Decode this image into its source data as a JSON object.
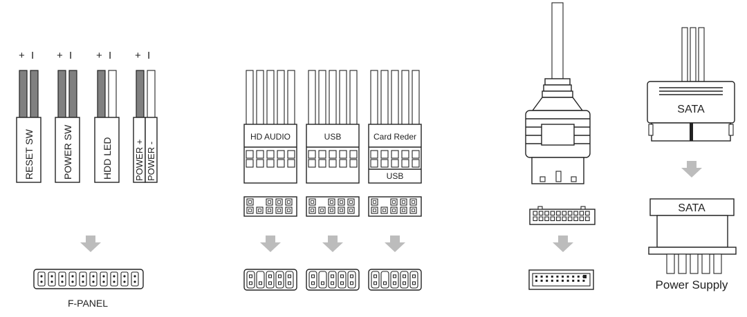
{
  "f_panel": {
    "polarity_plus": "+",
    "polarity_minus": "I",
    "connectors": [
      {
        "label": "RESET SW"
      },
      {
        "label": "POWER SW"
      },
      {
        "label": "HDD LED"
      },
      {
        "label": "POWER +",
        "label2": "POWER -"
      }
    ],
    "header_label": "F-PANEL"
  },
  "internal_headers": [
    {
      "label": "HD AUDIO"
    },
    {
      "label": "USB"
    },
    {
      "label": "Card Reder",
      "sub_label": "USB"
    }
  ],
  "sata": {
    "cable_label": "SATA",
    "socket_label": "SATA",
    "socket_caption": "Power Supply"
  },
  "colors": {
    "wire_dark": "#808080",
    "arrow": "#bcbcbc",
    "stroke": "#222222"
  },
  "icons": [
    "arrow-down-icon",
    "pin-header-icon",
    "usb3-plug-icon",
    "sata-power-plug-icon"
  ]
}
